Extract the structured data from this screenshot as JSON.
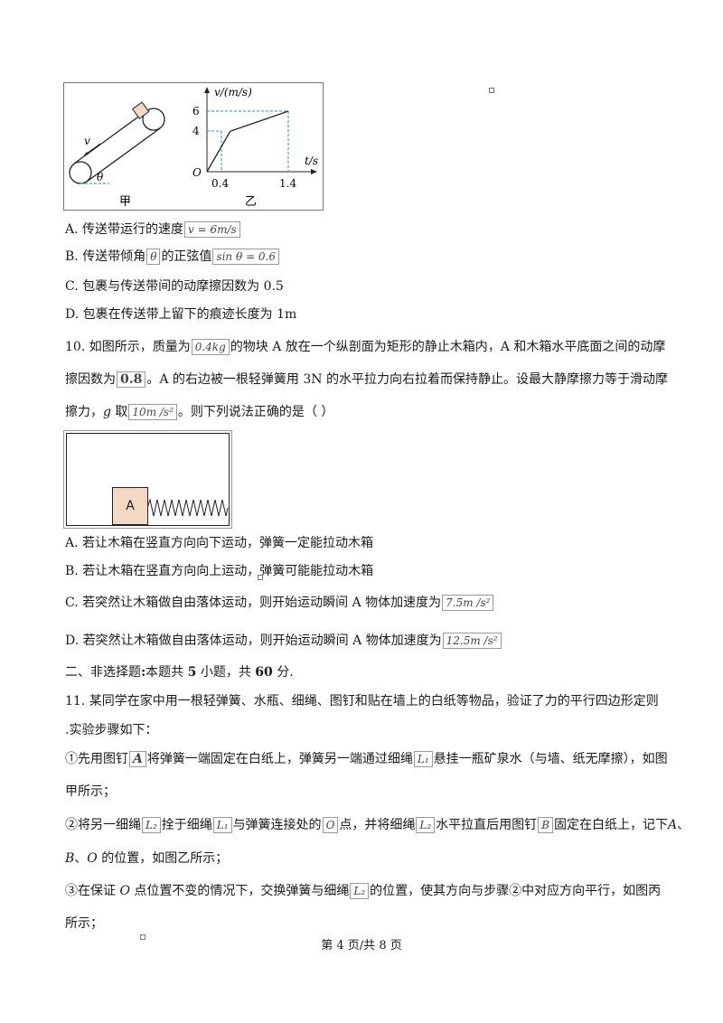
{
  "figure1": {
    "v_label": "v",
    "caption_left": "甲",
    "caption_right": "乙",
    "theta": "θ",
    "graph": {
      "axis_v": "v/(m/s)",
      "axis_t": "t/s",
      "origin": "O",
      "y_ticks": [
        "6",
        "4"
      ],
      "x_ticks": [
        "0.4",
        "1.4"
      ],
      "points": [
        [
          0,
          0
        ],
        [
          0.4,
          4
        ],
        [
          1.4,
          6
        ]
      ]
    }
  },
  "q9": {
    "A": {
      "text": "A. 传送带运行的速度",
      "f": "v = 6m/s"
    },
    "B": {
      "text1": "B. 传送带倾角",
      "f1": "θ",
      "text2": "的正弦值",
      "f2": "sin θ = 0.6"
    },
    "C": {
      "text": "C. 包裹与传送带间的动摩擦因数为  0.5"
    },
    "D": {
      "text": "D. 包裹在传送带上留下的痕迹长度为  1m"
    }
  },
  "q10": {
    "l1a": "10. 如图所示，质量为",
    "l1f": "0.4kg",
    "l1b": "的物块  A 放在一个纵剖面为矩形的静止木箱内，A 和木箱水平底面之间的动摩",
    "l2a": "擦因数为",
    "l2f": "0.8",
    "l2b": "。A 的右边被一根轻弹簧用  3N 的水平拉力向右拉着而保持静止。设最大静摩擦力等于滑动摩",
    "l3a": "擦力，",
    "l3g": "g",
    "l3b": " 取",
    "l3f": "10m /s²",
    "l3c": "。则下列说法正确的是（          ）",
    "block_label": "A",
    "A": "A.  若让木箱在竖直方向向下运动，弹簧一定能拉动木箱",
    "B": "B.  若让木箱在竖直方向向上运动，弹簧可能能拉动木箱",
    "C": {
      "text": "C.  若突然让木箱做自由落体运动，则开始运动瞬间  A 物体加速度为",
      "f": "7.5m /s²"
    },
    "D": {
      "text": "D.  若突然让木箱做自由落体运动，则开始运动瞬间  A 物体加速度为",
      "f": "12.5m /s²"
    }
  },
  "section2": {
    "a": "二、非选择题",
    "b": "本题共 ",
    "n1": "5",
    "c": " 小题，共 ",
    "n2": "60",
    "d": " 分."
  },
  "q11": {
    "l1": "11.  某同学在家中用一根轻弹簧、水瓶、细绳、图钉和贴在墙上的白纸等物品，验证了力的平行四边形定则",
    "l2": ".实验步骤如下：",
    "s1a": "①先用图钉",
    "s1f1": "A",
    "s1b": "将弹簧一端固定在白纸上，弹簧另一端通过细绳",
    "s1f2": "L₁",
    "s1c": "悬挂一瓶矿泉水（与墙、纸无摩擦），如图",
    "s1d": "甲所示；",
    "s2a": "②将另一细绳",
    "s2f1": "L₂",
    "s2b": "拴于细绳",
    "s2f2": "L₁",
    "s2c": "与弹簧连接处的",
    "s2f3": "O",
    "s2d": "点，并将细绳",
    "s2f4": "L₂",
    "s2e": "水平拉直后用图钉",
    "s2f5": "B",
    "s2g": "固定在白纸上，记下",
    "s2A": "A",
    "s2h": "、",
    "s3a": "B",
    "s3b": "、",
    "s3c": "O",
    "s3d": " 的位置，如图乙所示；",
    "s4a": "③在保证 ",
    "s4O": "O",
    "s4b": " 点位置不变的情况下，交换弹簧与细绳",
    "s4f": "L₂",
    "s4c": "的位置，使其方向与步骤②中对应方向平行，如图丙",
    "s4d": "所示；"
  },
  "footer": {
    "page": "第  4 页/共  8 页"
  }
}
